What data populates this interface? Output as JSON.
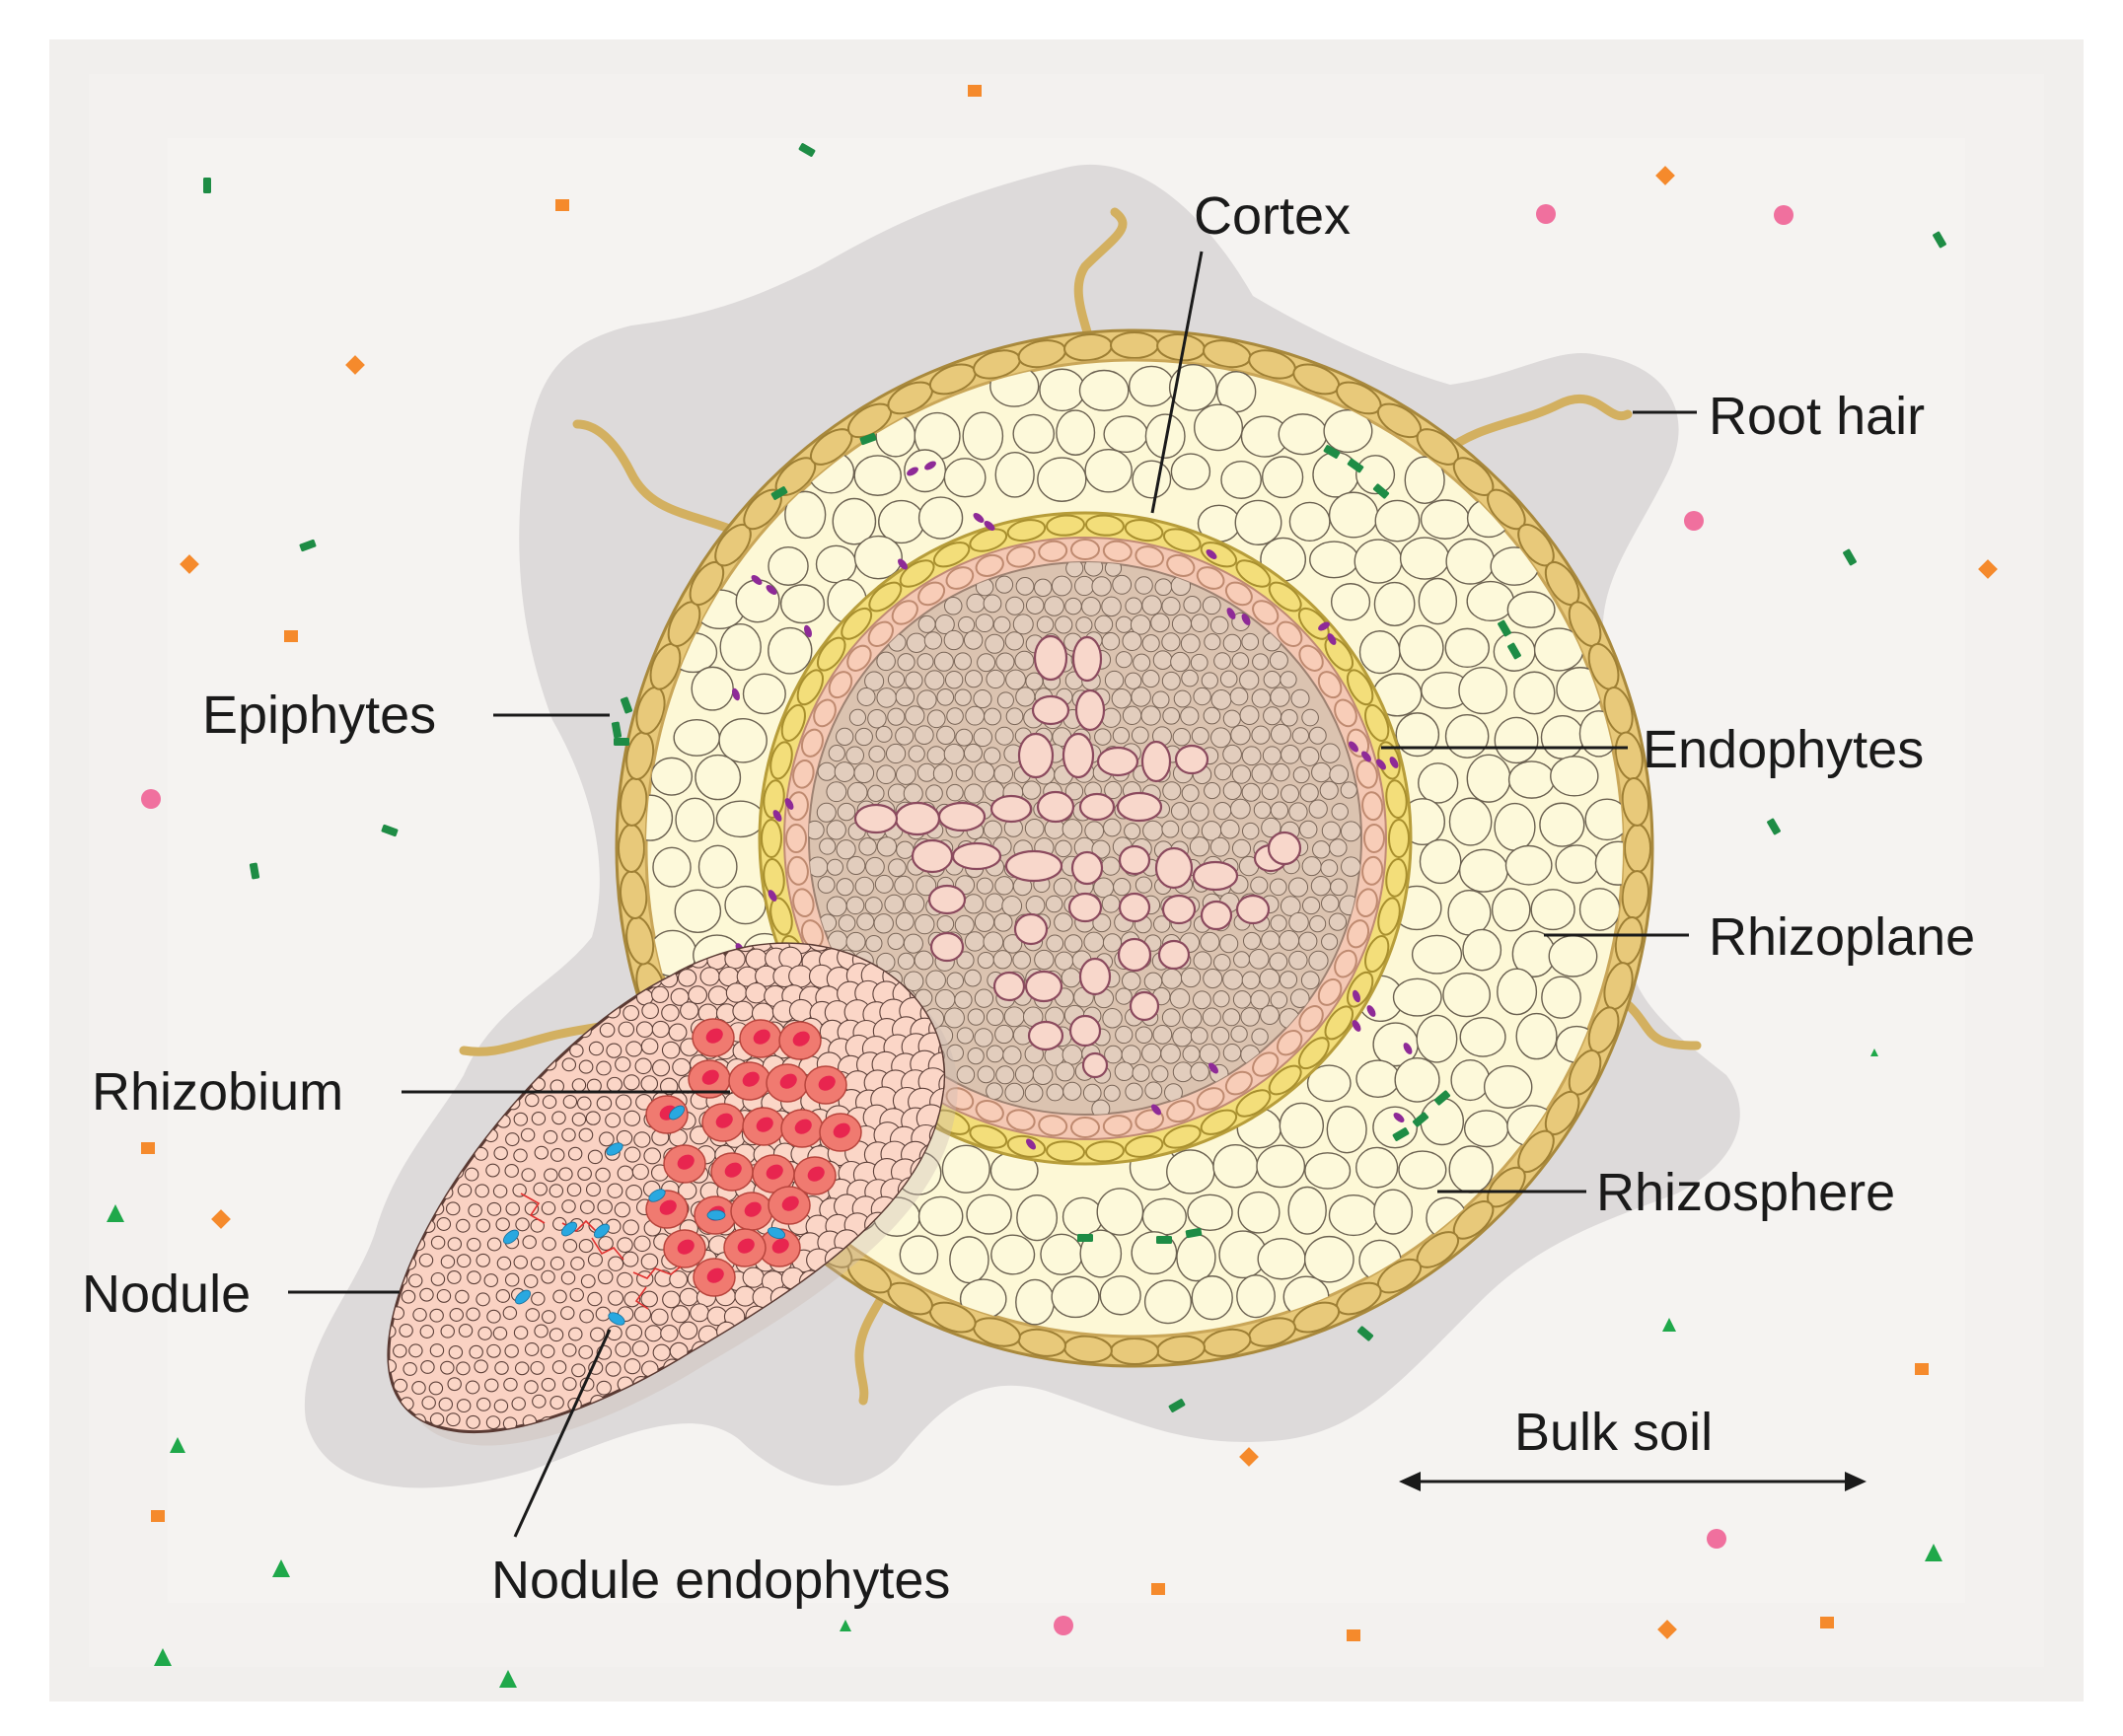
{
  "labels": {
    "cortex": "Cortex",
    "root_hair": "Root hair",
    "epiphytes": "Epiphytes",
    "endophytes": "Endophytes",
    "rhizoplane": "Rhizoplane",
    "rhizobium": "Rhizobium",
    "rhizosphere": "Rhizosphere",
    "nodule": "Nodule",
    "bulk_soil": "Bulk soil",
    "nodule_endophytes": "Nodule endophytes"
  },
  "colors": {
    "frame": "#f1efed",
    "rhizosphere": "#dddada",
    "epidermis": "#e8c97a",
    "cortex": "#fdf8d6",
    "endodermis": "#f3de7a",
    "pericycle": "#f4c8b4",
    "stele": "#dbc3b0",
    "xylem": "#f8d7cb",
    "nodule": "#fad2c3",
    "infected_cell": "#f07a70",
    "bacteroid": "#e8254f",
    "endophyte_blue": "#29a8e0",
    "endophyte_purple": "#8e2a97",
    "epiphyte_green": "#1e8c45",
    "soil_orange": "#f58a2c",
    "soil_pink": "#f0709e",
    "soil_triangle": "#1fa84a"
  }
}
